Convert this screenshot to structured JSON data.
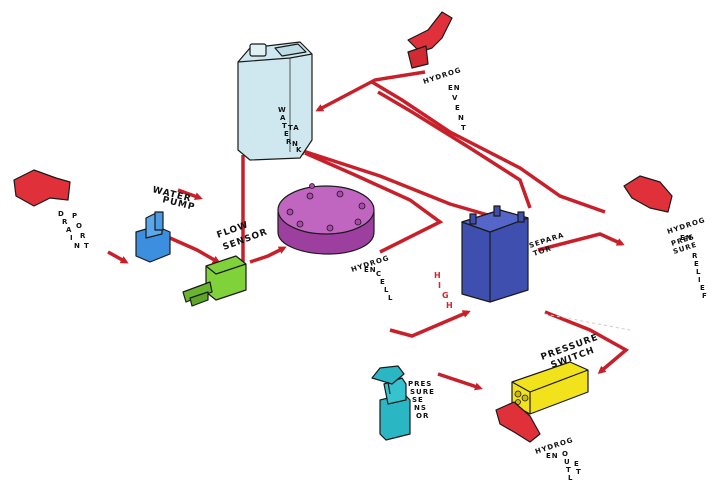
{
  "labels": {
    "hydrogen_vent": [
      "HYDROG",
      "EN",
      "V",
      "E",
      "N",
      "T"
    ],
    "tank": [
      "W",
      "A",
      "T",
      "E",
      "R",
      "TA",
      "N",
      "K"
    ],
    "water_pump": [
      "WATER",
      "PUMP"
    ],
    "drain_port": [
      "D",
      "R",
      "A",
      "I",
      "N"
    ],
    "drain_port2": [
      "P",
      "O",
      "R",
      "T"
    ],
    "flow_sensor": [
      "FLOW",
      "SENSOR"
    ],
    "hydrogen_cell": [
      "HYDROG",
      "EN",
      "C",
      "E",
      "L",
      "L"
    ],
    "high": [
      "H",
      "I",
      "G",
      "H"
    ],
    "separator": [
      "SEPARA",
      "TOR"
    ],
    "pressure_relief": [
      "HYDROG",
      "EN",
      "PRES",
      "SURE",
      "R",
      "E",
      "L",
      "I",
      "E",
      "F"
    ],
    "pressure_sensor": [
      "PRES",
      "SURE",
      "SE",
      "NS",
      "OR"
    ],
    "pressure_switch": [
      "PRESSURE",
      "SWITCH"
    ],
    "hydrogen_outlet": [
      "HYDROG",
      "EN",
      "O",
      "U",
      "T",
      "L",
      "E",
      "T"
    ]
  },
  "colors": {
    "pipe": "#c8202a",
    "tank": "#cfe8ef",
    "cell": "#b64fb6",
    "separator": "#4455b8",
    "pump": "#3b8fde",
    "flow_sensor": "#7fd23a",
    "pressure_switch": "#f2e21b",
    "pressure_sensor": "#2bb6c4",
    "fittings": "#e0303a"
  }
}
